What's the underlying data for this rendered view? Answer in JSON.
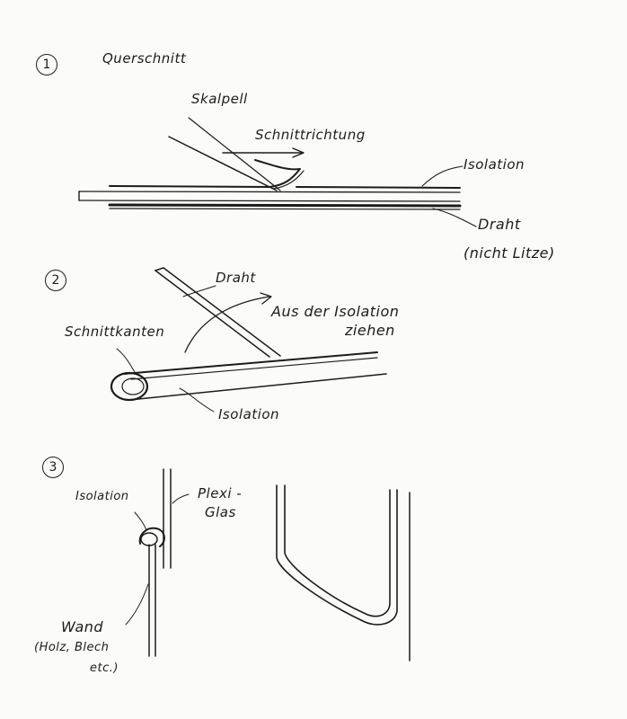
{
  "step1": {
    "number": "1",
    "title": "Querschnitt",
    "labels": {
      "scalpel": "Skalpell",
      "direction": "Schnittrichtung",
      "insulation": "Isolation",
      "wire": "Draht",
      "wire_note": "(nicht Litze)"
    }
  },
  "step2": {
    "number": "2",
    "labels": {
      "wire": "Draht",
      "pull_line1": "Aus der Isolation",
      "pull_line2": "ziehen",
      "cut_edges": "Schnittkanten",
      "insulation": "Isolation"
    }
  },
  "step3": {
    "number": "3",
    "labels": {
      "insulation": "Isolation",
      "plexi_line1": "Plexi -",
      "plexi_line2": "Glas",
      "wall": "Wand",
      "wall_note_line1": "(Holz, Blech",
      "wall_note_line2": "etc.)"
    }
  }
}
